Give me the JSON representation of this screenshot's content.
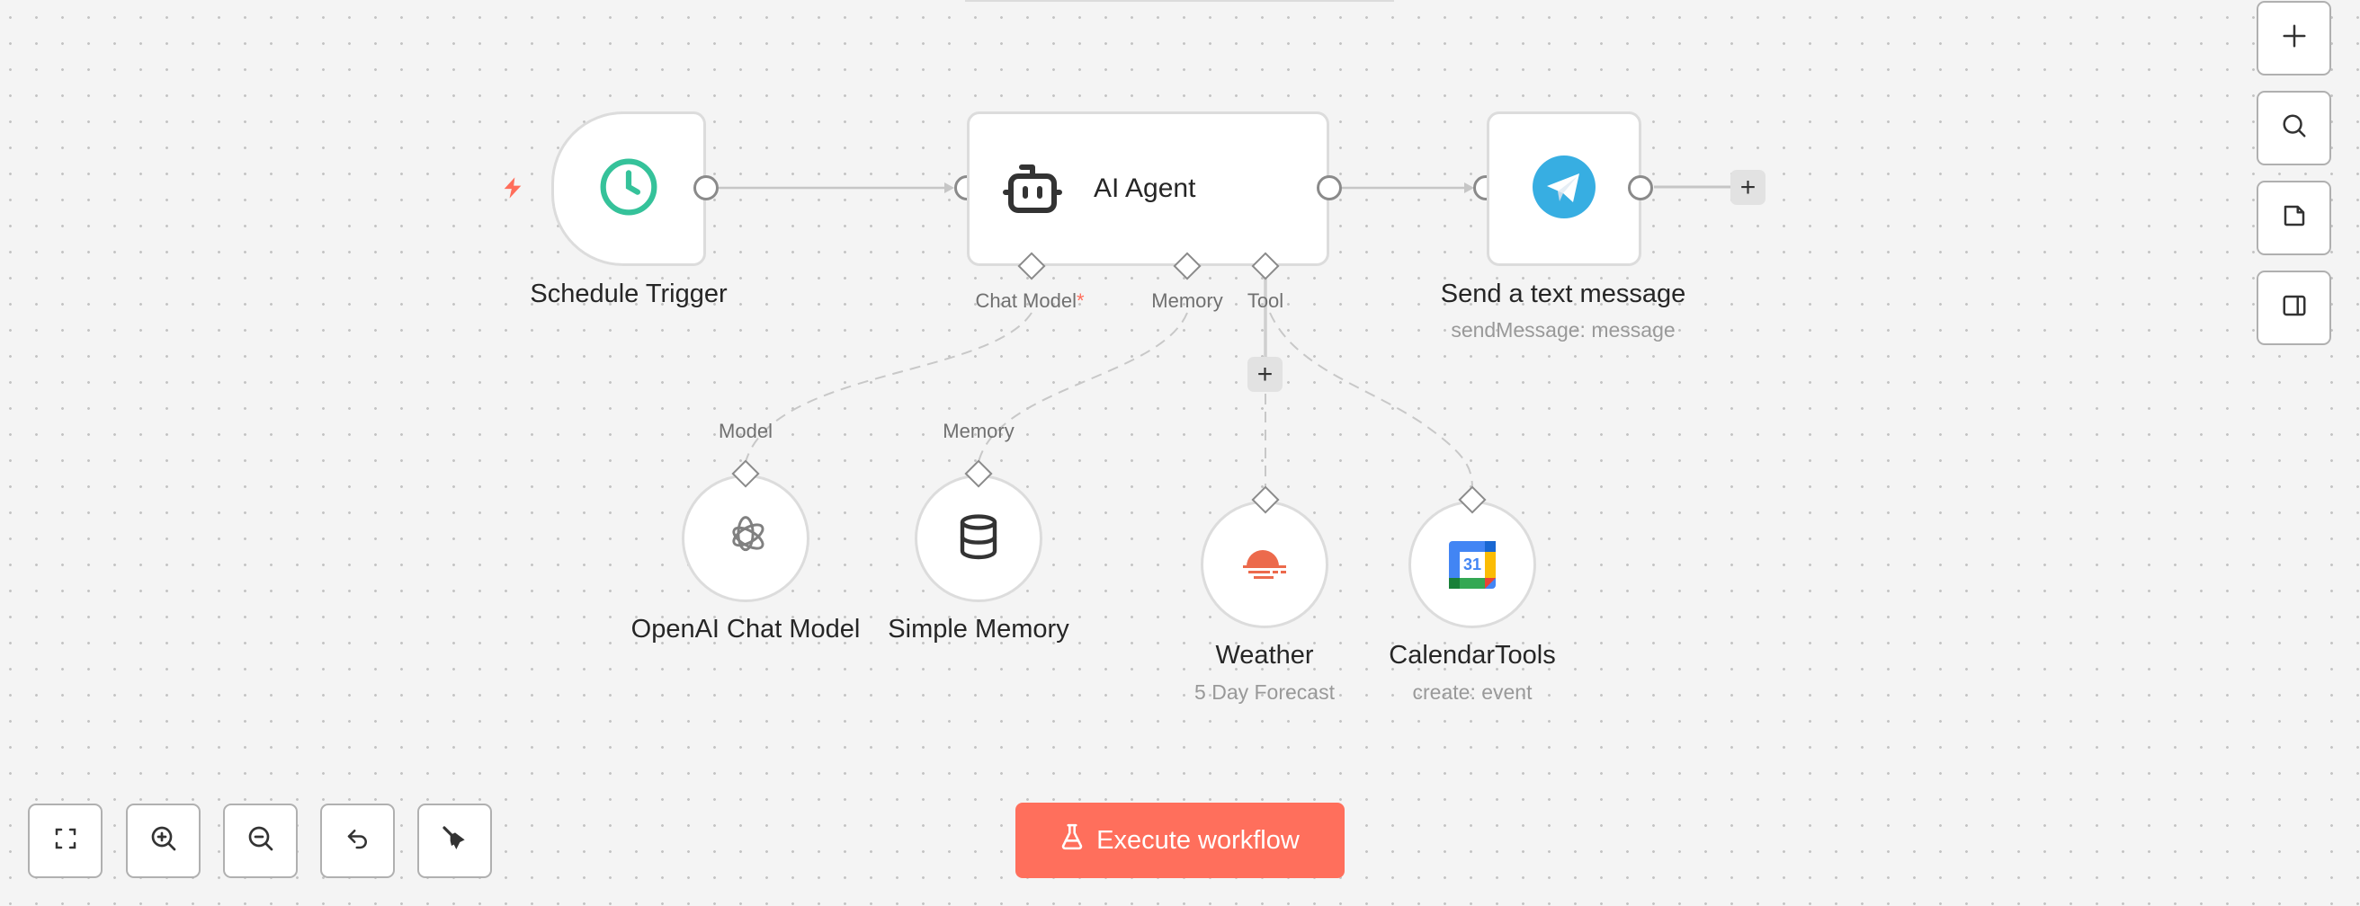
{
  "canvas": {
    "background": "#f4f4f4",
    "grid_dot_color": "#c4c4c4",
    "accent": "#ff6d5a"
  },
  "nodes": {
    "schedule_trigger": {
      "title": "Schedule Trigger",
      "icon": "clock-icon",
      "icon_color": "#35c29a",
      "trigger_badge": "lightning-bolt-icon"
    },
    "ai_agent": {
      "title": "AI Agent",
      "icon": "robot-icon",
      "ports": {
        "chat_model": "Chat Model",
        "chat_model_required": "*",
        "memory": "Memory",
        "tool": "Tool"
      }
    },
    "telegram": {
      "title": "Send a text message",
      "subtitle": "sendMessage: message",
      "icon": "telegram-icon",
      "icon_color": "#37aee2"
    },
    "openai_chat_model": {
      "title": "OpenAI Chat Model",
      "port_label": "Model",
      "icon": "openai-icon"
    },
    "simple_memory": {
      "title": "Simple Memory",
      "port_label": "Memory",
      "icon": "database-icon"
    },
    "weather": {
      "title": "Weather",
      "subtitle": "5 Day Forecast",
      "icon": "sun-horizon-icon",
      "icon_color": "#ec6a4c"
    },
    "calendar_tools": {
      "title": "CalendarTools",
      "subtitle": "create: event",
      "icon": "google-calendar-icon",
      "calendar_day": "31"
    }
  },
  "add_buttons": {
    "after_telegram": "+",
    "tool": "+"
  },
  "right_toolbar": [
    {
      "icon": "plus-icon",
      "label": "Add node"
    },
    {
      "icon": "search-icon",
      "label": "Search"
    },
    {
      "icon": "sticky-note-icon",
      "label": "Add sticky note"
    },
    {
      "icon": "panel-icon",
      "label": "Toggle panel"
    }
  ],
  "bottom_toolbar": [
    {
      "icon": "fit-view-icon"
    },
    {
      "icon": "zoom-in-icon"
    },
    {
      "icon": "zoom-out-icon"
    },
    {
      "icon": "undo-icon"
    },
    {
      "icon": "tidy-up-broom-icon"
    }
  ],
  "execute_button": {
    "label": "Execute workflow",
    "icon": "flask-icon",
    "color": "#ff6f5c"
  }
}
